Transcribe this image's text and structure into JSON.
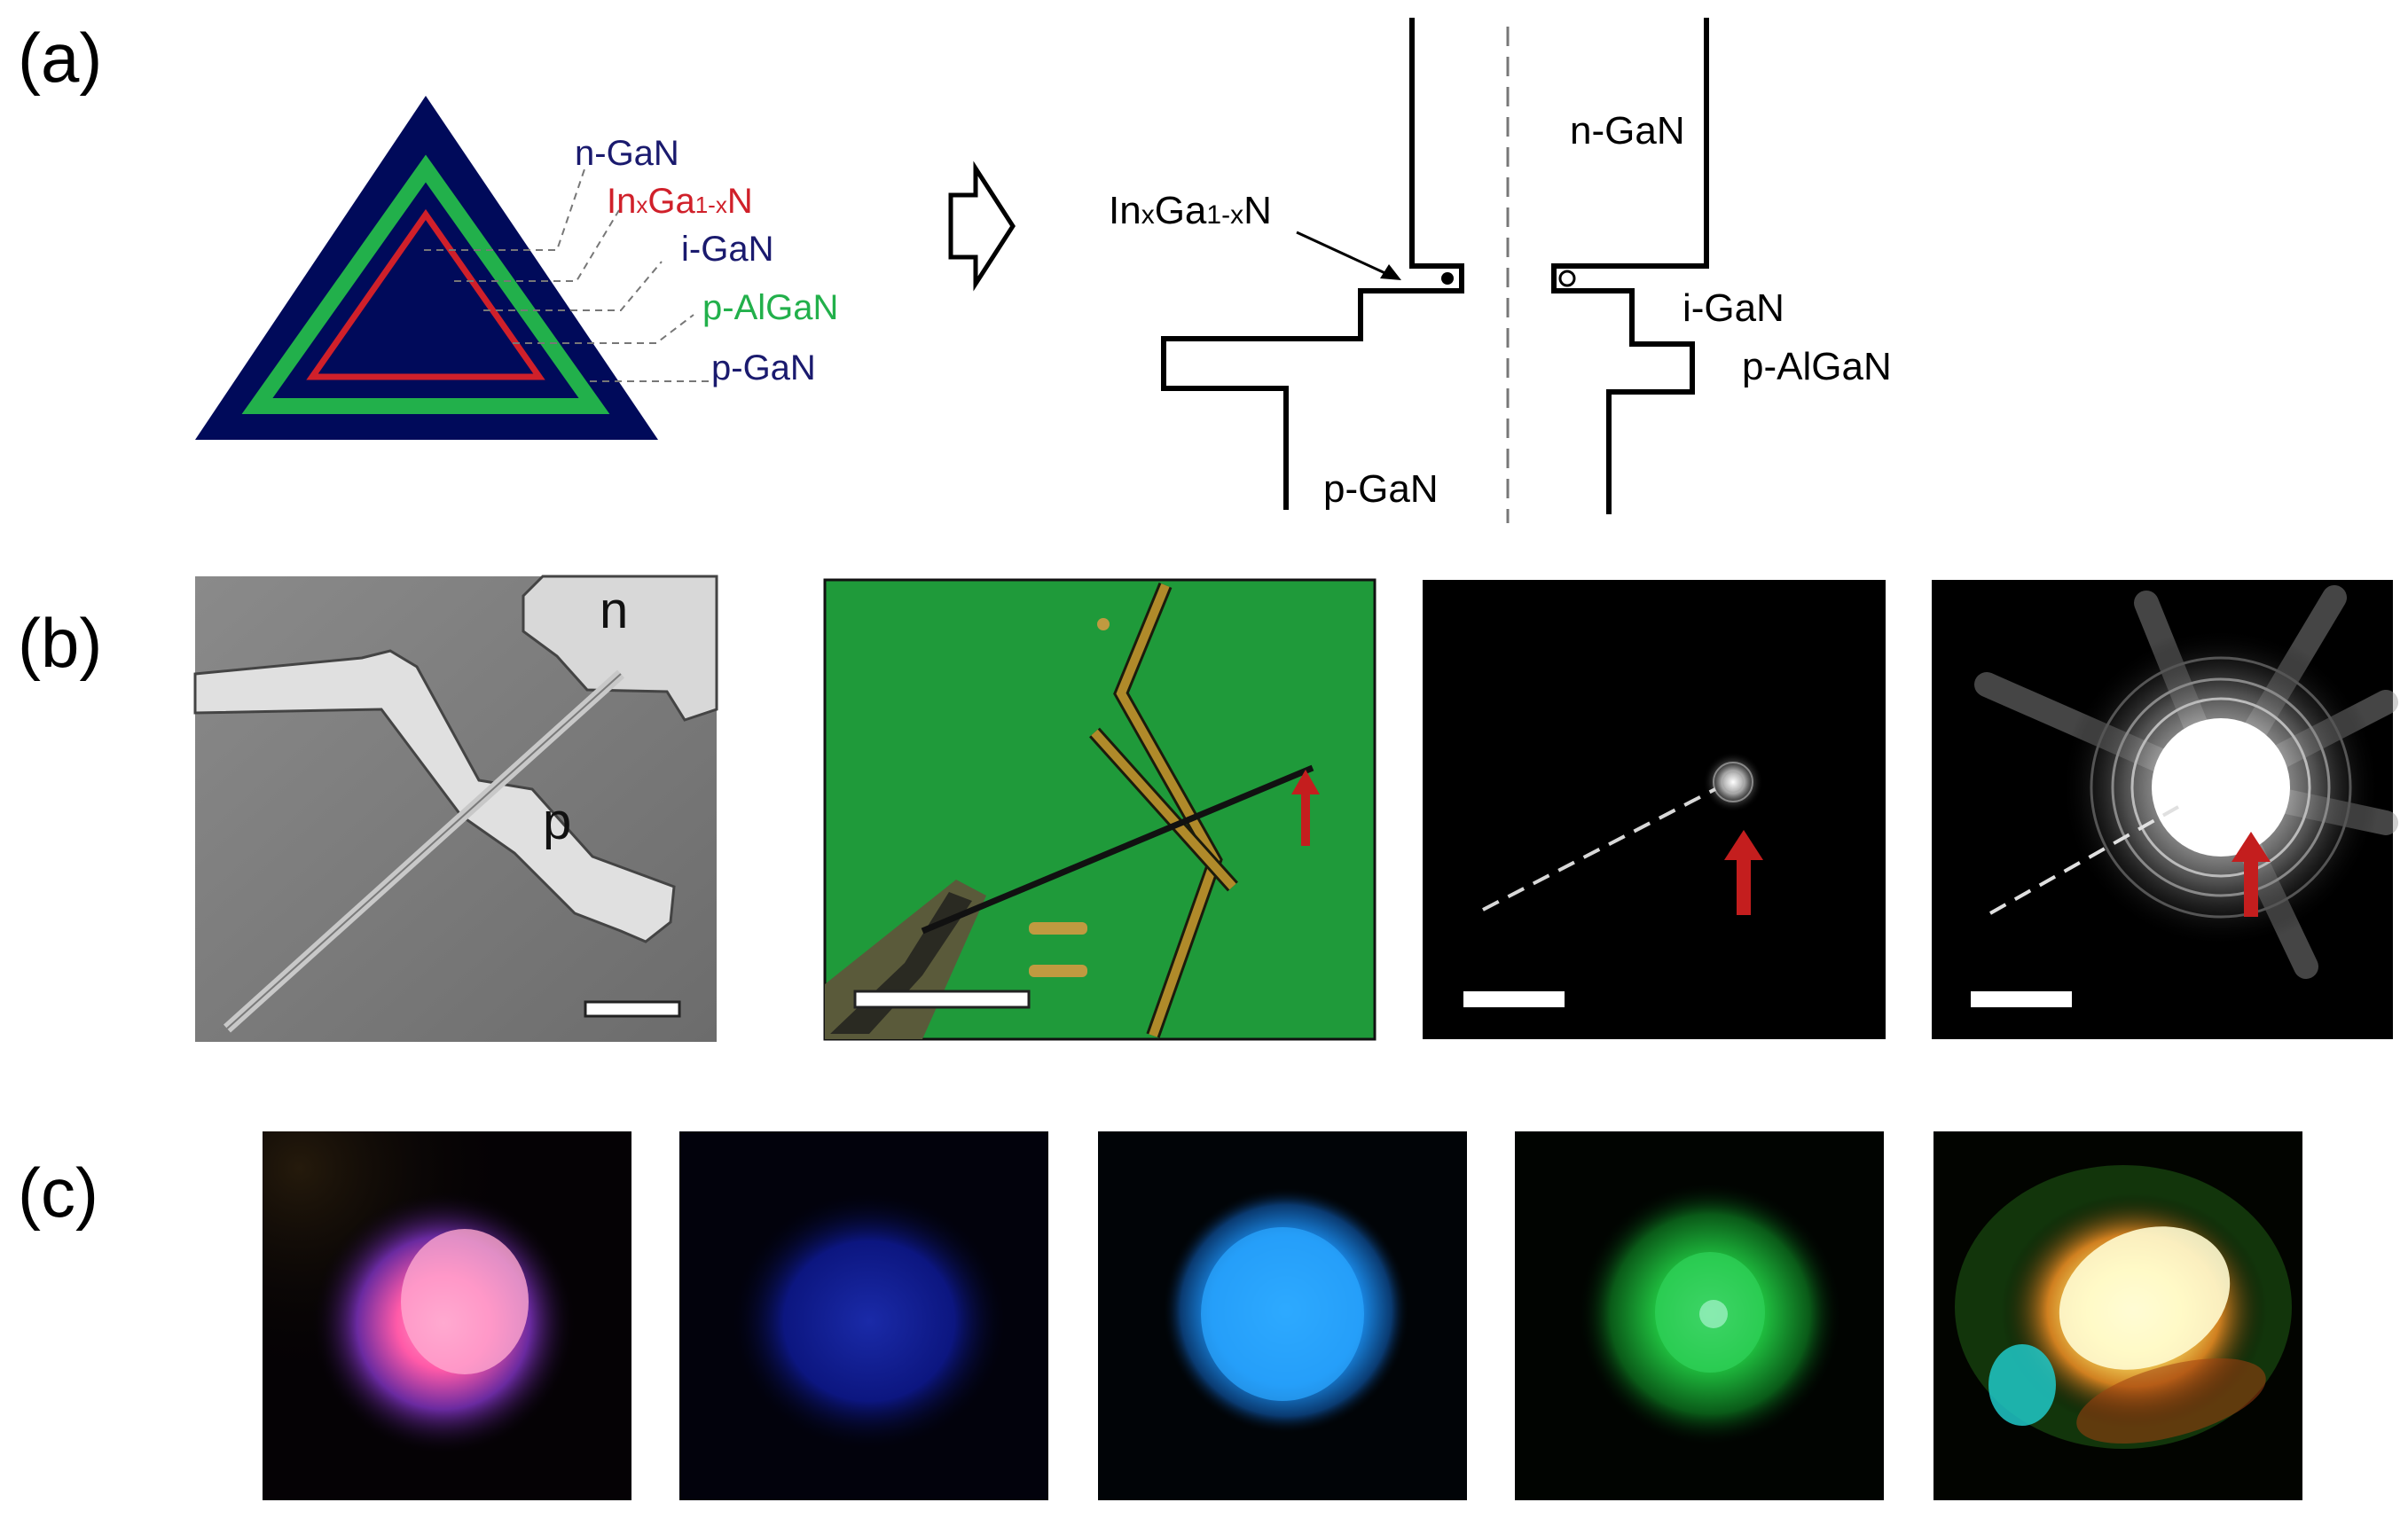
{
  "panels": {
    "a": {
      "label": "(a)"
    },
    "b": {
      "label": "(b)"
    },
    "c": {
      "label": "(c)"
    }
  },
  "triangle": {
    "layers": [
      {
        "name": "n-GaN",
        "color": "#1a1a6e"
      },
      {
        "name_parts": [
          "In",
          "x",
          "Ga",
          "1-x",
          "N"
        ],
        "color": "#d0202a"
      },
      {
        "name": "i-GaN",
        "color": "#1a1a6e"
      },
      {
        "name": "p-AlGaN",
        "color": "#22b04b"
      },
      {
        "name": "p-GaN",
        "color": "#1a1a6e"
      }
    ],
    "fill_color": "#000a5a"
  },
  "band_diagram": {
    "ingan_parts": [
      "In",
      "x",
      "Ga",
      "1-x",
      "N"
    ],
    "labels": {
      "n_gan": "n-GaN",
      "i_gan": "i-GaN",
      "p_algan": "p-AlGaN",
      "p_gan": "p-GaN"
    }
  },
  "sem_image": {
    "labels": {
      "n": "n",
      "p": "p"
    }
  },
  "colors": {
    "arrow_red": "#c41e1e",
    "optical_green": "#1f9a3a",
    "electrode_gold": "#b08a2a"
  }
}
